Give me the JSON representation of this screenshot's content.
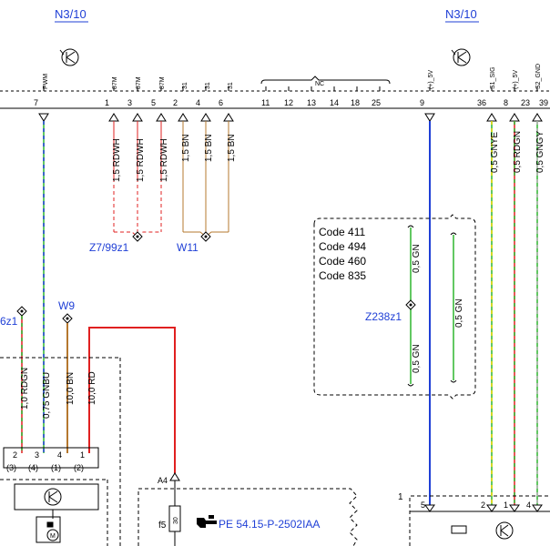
{
  "connectors": {
    "left_title": "N3/10",
    "right_title": "N3/10"
  },
  "pins_top": {
    "pwm": "PWM",
    "p87m_1": "87M",
    "p87m_2": "87M",
    "p87m_3": "87M",
    "p31_1": "31",
    "p31_2": "31",
    "p31_3": "31",
    "nc": "NC",
    "plus5v_1": "(+)_5V",
    "s1sig": "S1_SIG",
    "plus5v_2": "(+)_5V",
    "s2gnd": "S2_GND"
  },
  "pin_numbers": [
    "7",
    "1",
    "3",
    "5",
    "2",
    "4",
    "6",
    "11",
    "12",
    "13",
    "14",
    "18",
    "25",
    "9",
    "36",
    "8",
    "23",
    "39"
  ],
  "wires": {
    "rdwh_1": "1,5 RDWH",
    "rdwh_2": "1,5 RDWH",
    "rdwh_3": "1,5 RDWH",
    "bn_1": "1,5 BN",
    "bn_2": "1,5 BN",
    "bn_3": "1,5 BN",
    "gnye": "0,5 GNYE",
    "rdgn": "0,5 RDGN",
    "gngy": "0,5 GNGY",
    "rdgn_10": "1,0 RDGN",
    "gnbu": "0,75 GNBU",
    "bn_10": "10,0 BN",
    "rd_10": "10,0 RD",
    "gn_a": "0,5 GN",
    "gn_b": "0,5 GN",
    "gn_c": "0,5 GN"
  },
  "splices": {
    "z7": "Z7/99z1",
    "w11": "W11",
    "w9": "W9",
    "z238": "Z238z1",
    "z6": "6z1"
  },
  "codes": [
    "Code 411",
    "Code 494",
    "Code 460",
    "Code 835"
  ],
  "bottom": {
    "pins_left": [
      "2",
      "3",
      "4",
      "1"
    ],
    "pins_left_paren": [
      "(3)",
      "(4)",
      "(1)",
      "(2)"
    ],
    "a4": "A4",
    "f5": "f5",
    "fuse_value": "30",
    "ref_text": "PE 54.15-P-2502IAA",
    "right_box_num": "1",
    "pins_right": [
      "5",
      "2",
      "1",
      "4"
    ]
  },
  "colors": {
    "blue_label": "#1f3fd6",
    "red": "#e02020",
    "brown": "#b5782f",
    "green": "#2fb52f",
    "blue_wire": "#1f3fd6"
  }
}
